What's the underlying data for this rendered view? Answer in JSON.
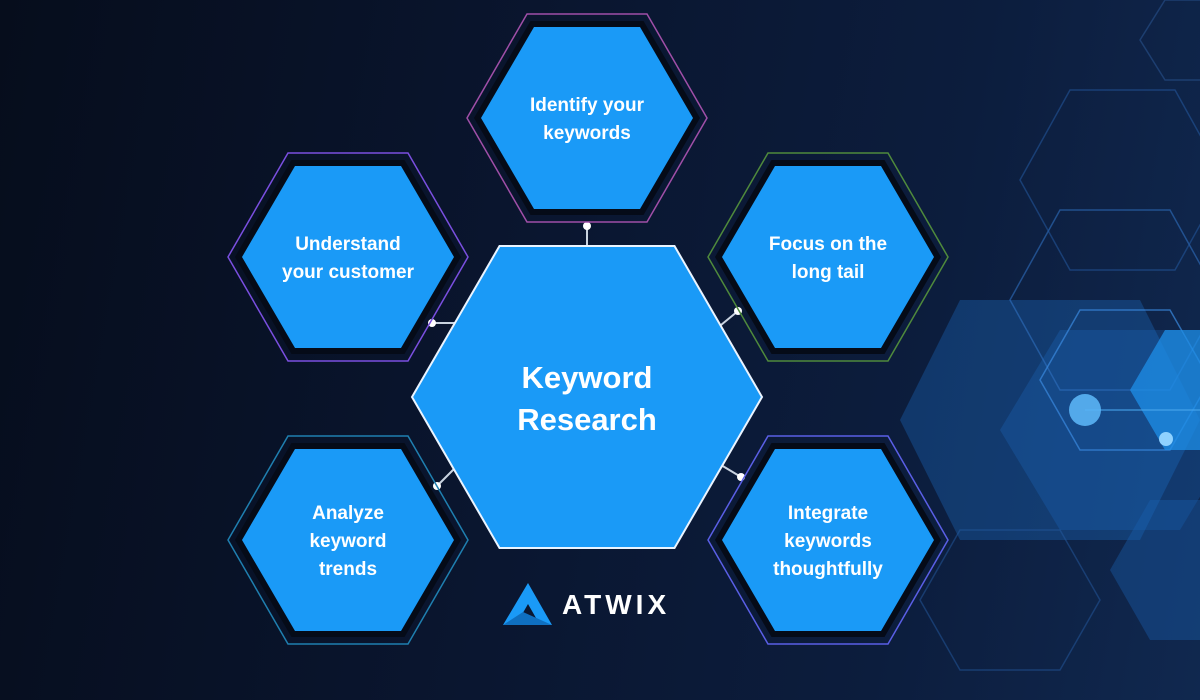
{
  "center": {
    "lines": [
      "Keyword",
      "Research"
    ],
    "fill": "#1a9af7"
  },
  "nodes": [
    {
      "id": "identify",
      "lines": [
        "Identify your",
        "keywords"
      ],
      "border": "#a04fa8"
    },
    {
      "id": "understand",
      "lines": [
        "Understand",
        "your customer"
      ],
      "border": "#7a4fe0"
    },
    {
      "id": "focus",
      "lines": [
        "Focus on the",
        "long tail"
      ],
      "border": "#4f8a3c"
    },
    {
      "id": "analyze",
      "lines": [
        "Analyze",
        "keyword",
        "trends"
      ],
      "border": "#1f7fb0"
    },
    {
      "id": "integrate",
      "lines": [
        "Integrate",
        "keywords",
        "thoughtfully"
      ],
      "border": "#5a5fe6"
    }
  ],
  "brand": {
    "name": "ATWIX",
    "color": "#1a9af7"
  },
  "colors": {
    "node_fill": "#1a9af7",
    "node_ring": "#050b18",
    "connector": "#c9d3e0",
    "background": "#0a1630"
  }
}
